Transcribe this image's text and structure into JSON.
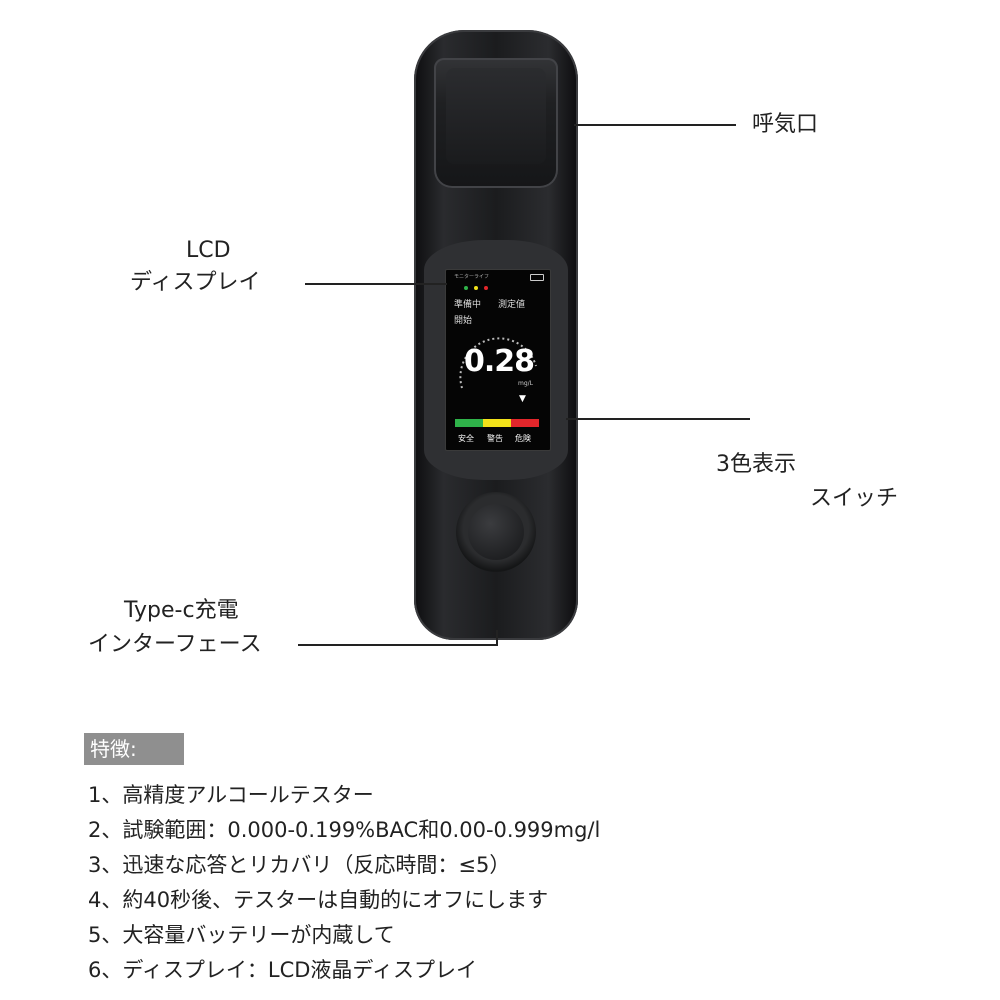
{
  "labels": {
    "breath_port": "呼気口",
    "lcd_line1": "LCD",
    "lcd_line2": "ディスプレイ",
    "switch_line1": "3色表示",
    "switch_line2": "スイッチ",
    "typec_line1": "Type-c充電",
    "typec_line2": "インターフェース"
  },
  "screen": {
    "header": "モニターライフ",
    "status_ready": "準備中",
    "status_measured": "測定値",
    "status_start": "開始",
    "reading": "0.28",
    "unit": "mg/L",
    "levels": [
      "安全",
      "警告",
      "危険"
    ],
    "level_colors": [
      "#2fb34a",
      "#f2e21a",
      "#e3262b"
    ]
  },
  "features": {
    "title": "特徴:",
    "items": [
      "1、高精度アルコールテスター",
      "2、試験範囲：0.000-0.199%BAC和0.00-0.999mg/l",
      "3、迅速な応答とリカバリ（反応時間：≤5）",
      "4、約40秒後、テスターは自動的にオフにします",
      "5、大容量バッテリーが内蔵して",
      "6、ディスプレイ：LCD液晶ディスプレイ"
    ]
  }
}
